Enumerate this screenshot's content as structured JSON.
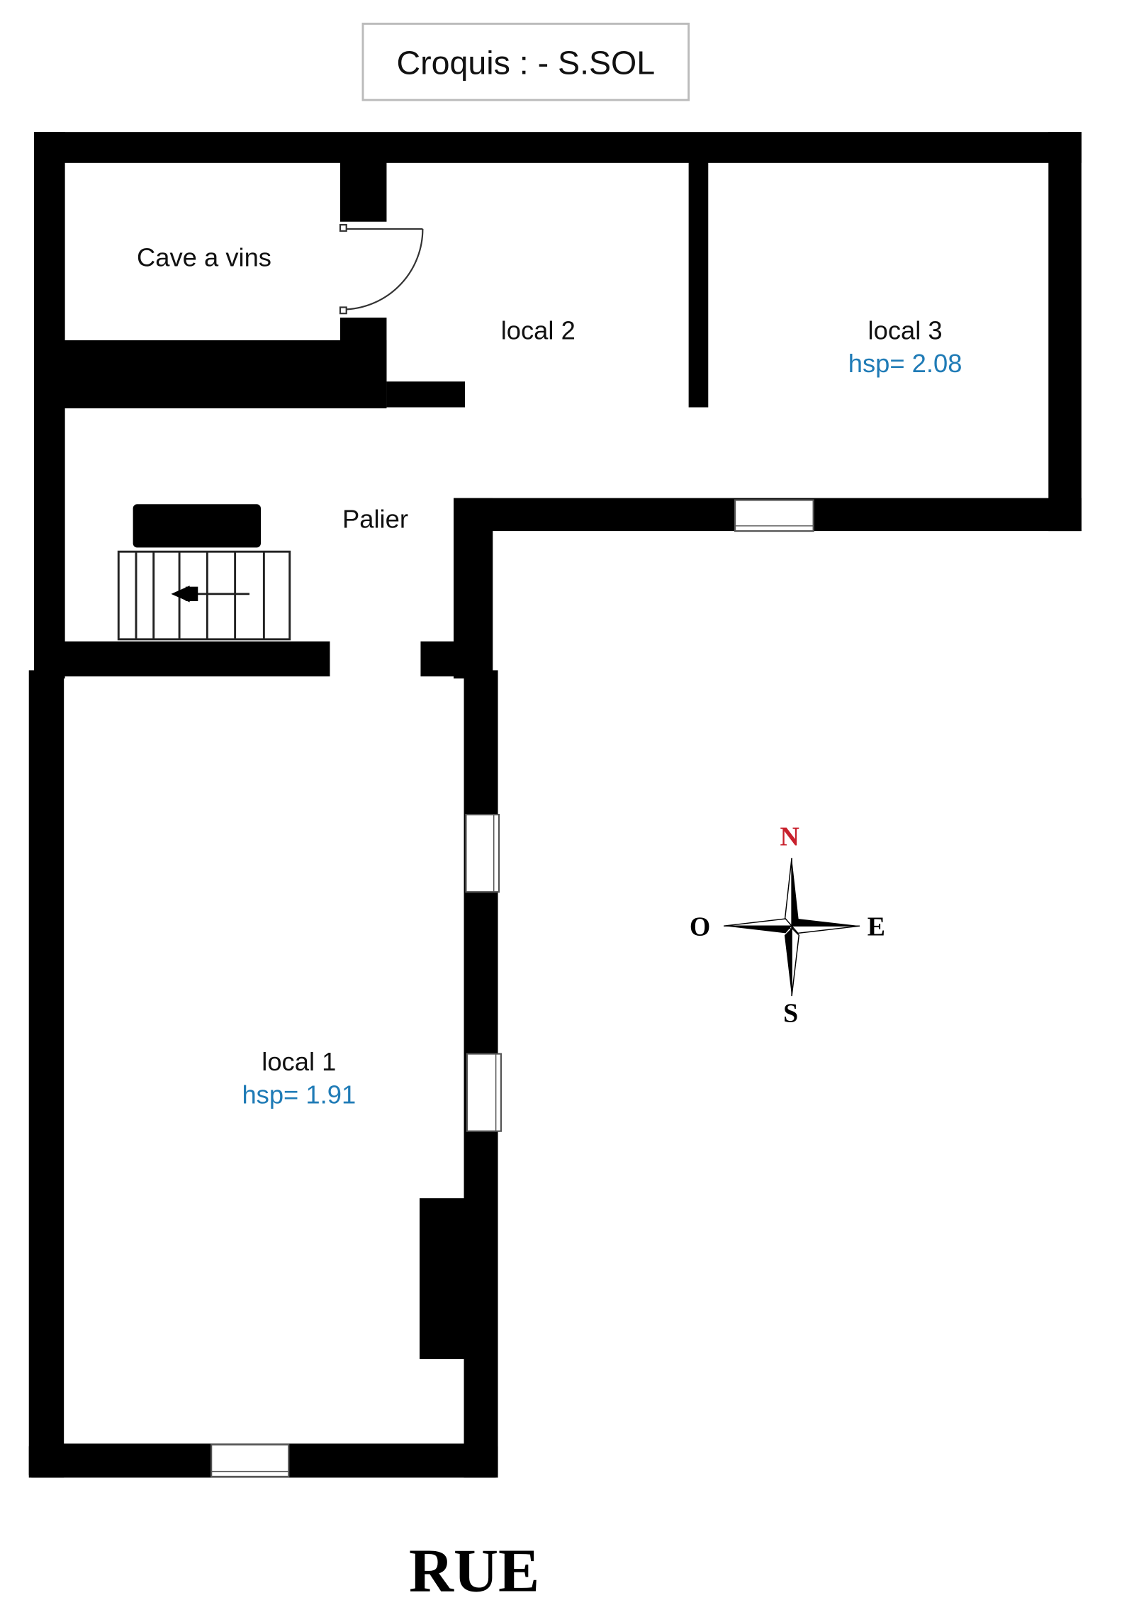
{
  "title": "Croquis :  - S.SOL",
  "rooms": {
    "cave": {
      "label": "Cave a vins"
    },
    "local2": {
      "label": "local 2"
    },
    "local3": {
      "label": "local 3",
      "hsp": "hsp= 2.08"
    },
    "palier": {
      "label": "Palier"
    },
    "local1": {
      "label": "local 1",
      "hsp": "hsp= 1.91"
    }
  },
  "compass": {
    "north": "N",
    "west": "O",
    "east": "E",
    "south": "S"
  },
  "street": "RUE",
  "colors": {
    "hsp": "#1f7bb6",
    "north": "#c8202c",
    "wall": "#000000"
  }
}
